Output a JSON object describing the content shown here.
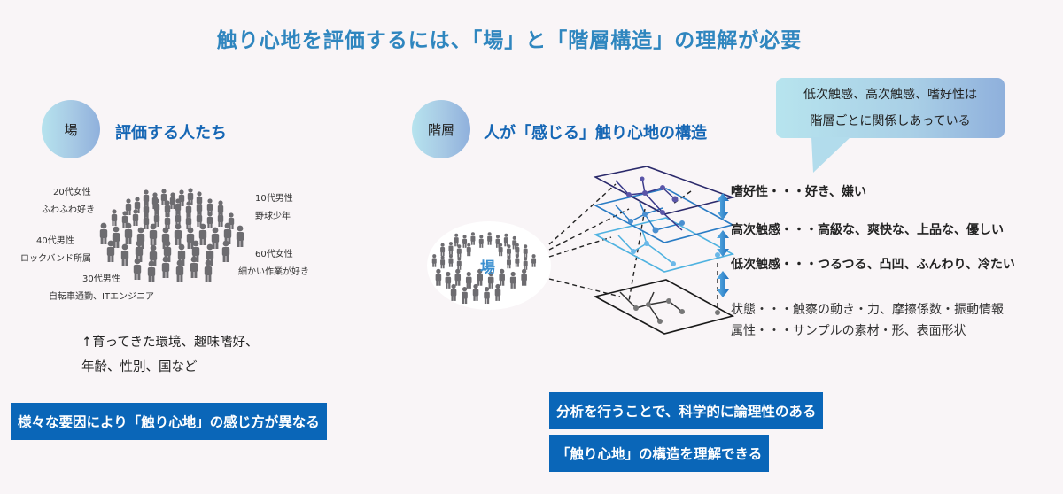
{
  "title": "触り心地を評価するには、「場」と「階層構造」の理解が必要",
  "left": {
    "badge": "場",
    "heading": "評価する人たち",
    "people_labels": [
      {
        "line1": "20代女性",
        "line2": "ふわふわ好き"
      },
      {
        "line1": "10代男性",
        "line2": "野球少年"
      },
      {
        "line1": "40代男性",
        "line2": "ロックバンド所属"
      },
      {
        "line1": "60代女性",
        "line2": "細かい作業が好き"
      },
      {
        "line1": "30代男性",
        "line2": "自転車通勤、ITエンジニア"
      }
    ],
    "note_line1": "↑育ってきた環境、趣味嗜好、",
    "note_line2": "年齢、性別、国など",
    "banner": "様々な要因により「触り心地」の感じ方が異なる"
  },
  "right": {
    "badge": "階層",
    "heading": "人が「感じる」触り心地の構造",
    "speech_line1": "低次触感、高次触感、嗜好性は",
    "speech_line2": "階層ごとに関係しあっている",
    "crowd_label": "場",
    "layers": [
      {
        "name": "嗜好性",
        "sep": "・・・",
        "desc": "好き、嫌い"
      },
      {
        "name": "高次触感",
        "sep": "・・・",
        "desc": "高級な、爽快な、上品な、優しい"
      },
      {
        "name": "低次触感",
        "sep": "・・・",
        "desc": "つるつる、凸凹、ふんわり、冷たい"
      }
    ],
    "base_lines": [
      "状態・・・触察の動き・力、摩擦係数・振動情報",
      "属性・・・サンプルの素材・形、表面形状"
    ],
    "banner1": "分析を行うことで、科学的に論理性のある",
    "banner2": "「触り心地」の構造を理解できる"
  },
  "colors": {
    "title": "#2f86bf",
    "heading": "#1667b5",
    "banner": "#0a66b8",
    "person": "#6d6c70",
    "layer_top": "#2b2a6b",
    "layer_mid": "#2a7cc4",
    "layer_low": "#4fb2e0",
    "layer_base": "#1a1a1a"
  }
}
